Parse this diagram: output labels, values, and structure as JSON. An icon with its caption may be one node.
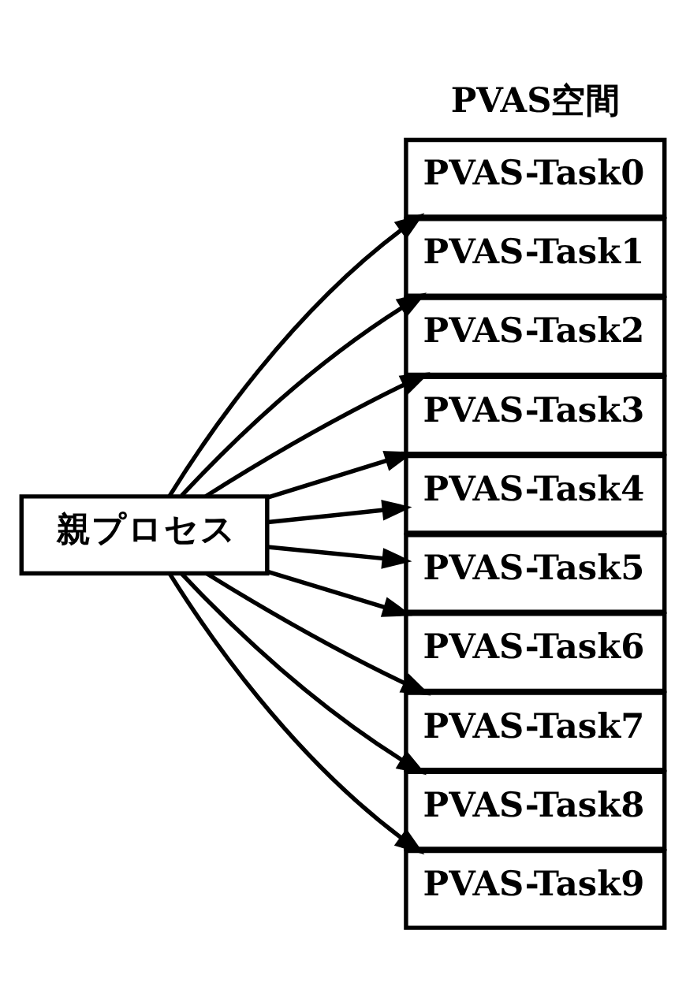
{
  "diagram": {
    "nodes": [
      {
        "text": [
          "親プロセス"
        ]
      },
      {
        "text": [
          "PVAS-Task0"
        ]
      },
      {
        "text": [
          "PVAS-Task1"
        ]
      },
      {
        "text": [
          "PVAS-Task2"
        ]
      },
      {
        "text": [
          "PVAS-Task3"
        ]
      },
      {
        "text": [
          "PVAS-Task4"
        ]
      },
      {
        "text": [
          "PVAS-Task5"
        ]
      },
      {
        "text": [
          "PVAS-Task6"
        ]
      },
      {
        "text": [
          "PVAS-Task7"
        ]
      },
      {
        "text": [
          "PVAS-Task8"
        ]
      },
      {
        "text": [
          "PVAS-Task9"
        ]
      }
    ],
    "edges": [
      {
        "from": 0,
        "to": 1,
        "arrow": "to"
      },
      {
        "from": 0,
        "to": 2,
        "arrow": "to"
      },
      {
        "from": 0,
        "to": 3,
        "arrow": "to"
      },
      {
        "from": 0,
        "to": 4,
        "arrow": "to"
      },
      {
        "from": 0,
        "to": 5,
        "arrow": "to"
      },
      {
        "from": 0,
        "to": 6,
        "arrow": "to"
      },
      {
        "from": 0,
        "to": 7,
        "arrow": "to"
      },
      {
        "from": 0,
        "to": 8,
        "arrow": "to"
      },
      {
        "from": 0,
        "to": 9,
        "arrow": "to"
      },
      {
        "from": 0,
        "to": 10,
        "arrow": "to"
      }
    ],
    "labels": [
      "PVAS空間"
    ]
  }
}
